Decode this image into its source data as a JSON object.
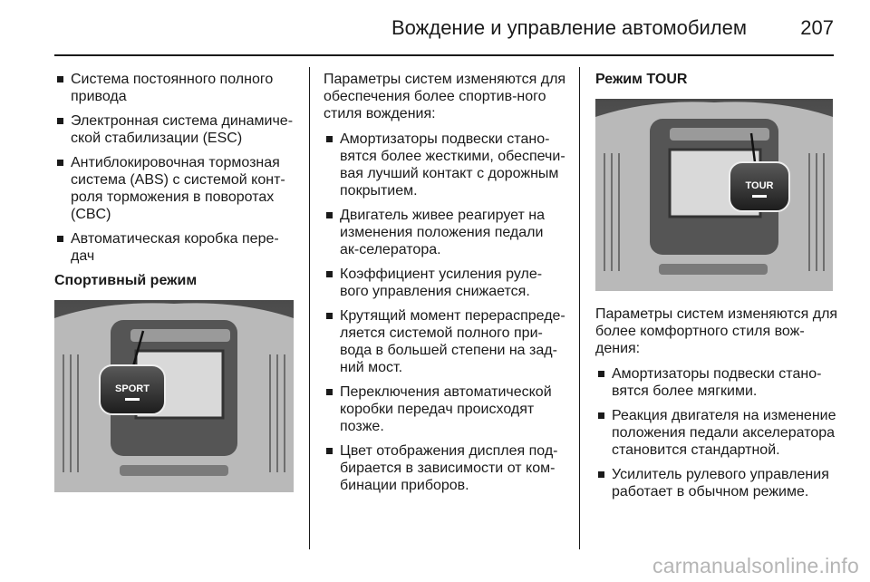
{
  "header": {
    "title": "Вождение и управление автомобилем",
    "page_number": "207"
  },
  "col1": {
    "items": [
      "Система постоянного полного привода",
      "Электронная система динамиче-ской стабилизации (ESC)",
      "Антиблокировочная тормозная система (ABS) с системой конт-роля торможения в поворотах (CBC)",
      "Автоматическая коробка пере-дач"
    ],
    "heading": "Спортивный режим",
    "image_button_label": "SPORT"
  },
  "col2": {
    "intro": "Параметры систем изменяются для обеспечения более спортив-ного стиля вождения:",
    "items": [
      "Амортизаторы подвески стано-вятся более жесткими, обеспечи-вая лучший контакт с дорожным покрытием.",
      "Двигатель живее реагирует на изменения положения педали ак-селератора.",
      "Коэффициент усиления руле-вого управления снижается.",
      "Крутящий момент перераспреде-ляется системой полного при-вода в большей степени на зад-ний мост.",
      "Переключения автоматической коробки передач происходят позже.",
      "Цвет отображения дисплея под-бирается в зависимости от ком-бинации приборов."
    ]
  },
  "col3": {
    "heading": "Режим TOUR",
    "image_button_label": "TOUR",
    "intro": "Параметры систем изменяются для более комфортного стиля вож-дения:",
    "items": [
      "Амортизаторы подвески стано-вятся более мягкими.",
      "Реакция двигателя на изменение положения педали акселератора становится стандартной.",
      "Усилитель рулевого управления работает в обычном режиме."
    ]
  },
  "watermark": "carmanualsonline.info"
}
